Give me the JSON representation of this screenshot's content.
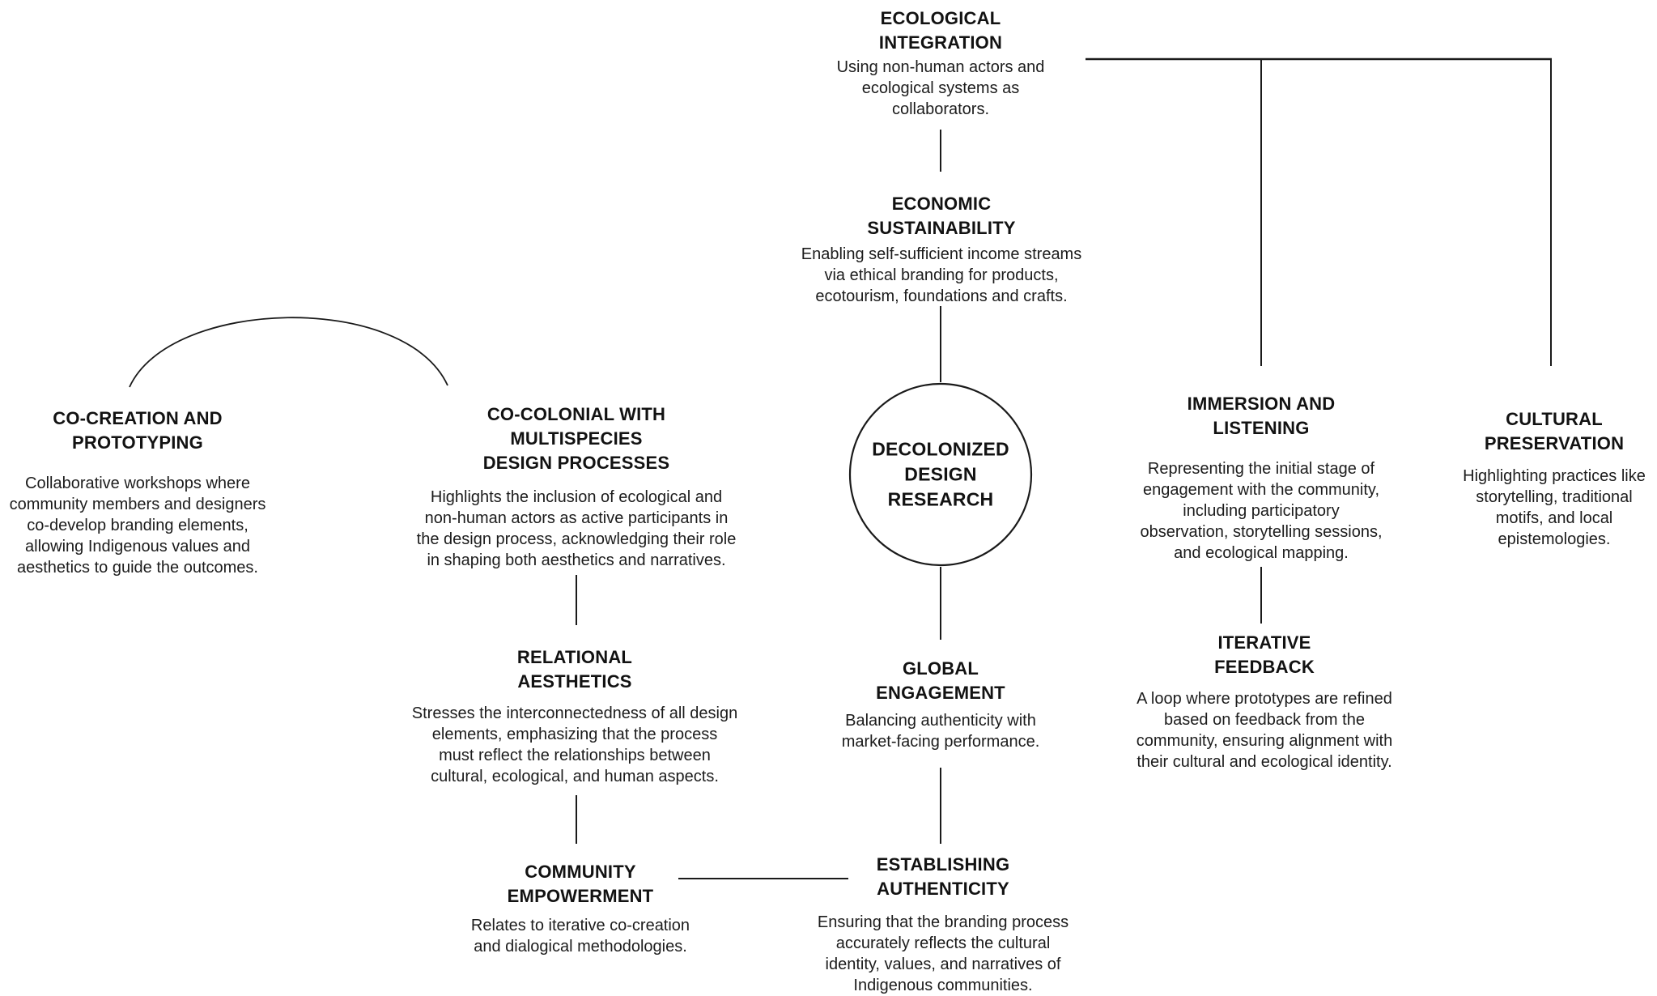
{
  "colors": {
    "background": "#ffffff",
    "text": "#141414",
    "line": "#1a1a1a"
  },
  "nodes": {
    "decolonized_design_research": {
      "title": "DECOLONIZED\nDESIGN\nRESEARCH"
    },
    "ecological_integration": {
      "title": "ECOLOGICAL\nINTEGRATION",
      "description": "Using non-human actors and\necological systems as\ncollaborators."
    },
    "economic_sustainability": {
      "title": "ECONOMIC\nSUSTAINABILITY",
      "description": "Enabling self-sufficient income streams\nvia ethical branding for products,\necotourism, foundations and crafts."
    },
    "co_creation_and_prototyping": {
      "title": "CO-CREATION AND\nPROTOTYPING",
      "description": "Collaborative workshops where\ncommunity members and designers\nco-develop branding elements,\nallowing Indigenous values and\naesthetics to guide the outcomes."
    },
    "co_colonial_with_multispecies": {
      "title": "CO-COLONIAL WITH\nMULTISPECIES\nDESIGN PROCESSES",
      "description": "Highlights the inclusion of ecological and\nnon-human actors as active participants in\nthe design process, acknowledging their role\nin shaping both aesthetics and narratives."
    },
    "immersion_and_listening": {
      "title": "IMMERSION AND\nLISTENING",
      "description": "Representing the initial stage of\nengagement with the community,\nincluding participatory\nobservation, storytelling sessions,\nand ecological mapping."
    },
    "cultural_preservation": {
      "title": "CULTURAL\nPRESERVATION",
      "description": "Highlighting practices like\nstorytelling, traditional\nmotifs, and local\nepistemologies."
    },
    "relational_aesthetics": {
      "title": "RELATIONAL\nAESTHETICS",
      "description": "Stresses the interconnectedness of all design\nelements, emphasizing that the process\nmust reflect the relationships between\ncultural, ecological, and human aspects."
    },
    "global_engagement": {
      "title": "GLOBAL\nENGAGEMENT",
      "description": "Balancing authenticity with\nmarket-facing performance."
    },
    "iterative_feedback": {
      "title": "ITERATIVE\nFEEDBACK",
      "description": "A loop where prototypes are refined\nbased on feedback from the\ncommunity, ensuring alignment with\ntheir cultural and ecological identity."
    },
    "community_empowerment": {
      "title": "COMMUNITY\nEMPOWERMENT",
      "description": "Relates to iterative co-creation\nand dialogical methodologies."
    },
    "establishing_authenticity": {
      "title": "ESTABLISHING\nAUTHENTICITY",
      "description": "Ensuring that the branding process\naccurately reflects the cultural\nidentity, values, and narratives of\nIndigenous communities."
    }
  }
}
